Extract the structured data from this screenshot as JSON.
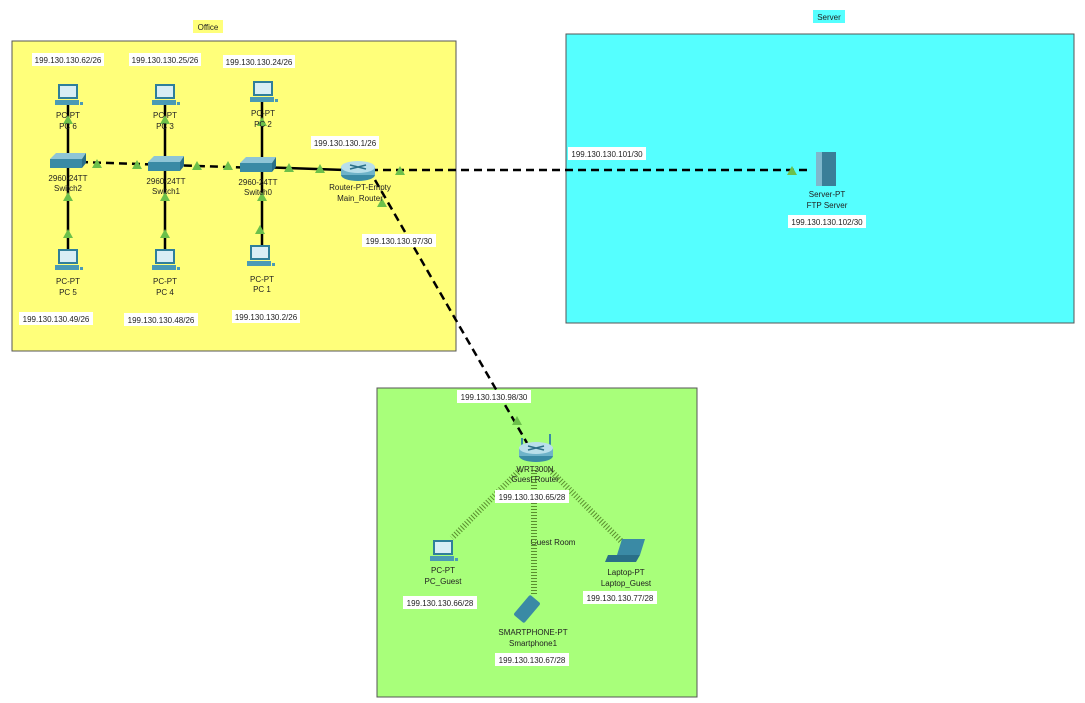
{
  "areas": {
    "office": {
      "label": "Office",
      "color": "#ffff7a"
    },
    "server": {
      "label": "Server",
      "color": "#55ffff"
    },
    "guest": {
      "label": "Guest Room",
      "color": "#a8ff7a"
    }
  },
  "devices": {
    "pc6": {
      "type": "PC-PT",
      "name": "PC 6",
      "ip": "199.130.130.62/26"
    },
    "pc3": {
      "type": "PC-PT",
      "name": "PC 3",
      "ip": "199.130.130.25/26"
    },
    "pc2": {
      "type": "PC-PT",
      "name": "PC 2",
      "ip": "199.130.130.24/26"
    },
    "pc5": {
      "type": "PC-PT",
      "name": "PC 5",
      "ip": "199.130.130.49/26"
    },
    "pc4": {
      "type": "PC-PT",
      "name": "PC 4",
      "ip": "199.130.130.48/26"
    },
    "pc1": {
      "type": "PC-PT",
      "name": "PC 1",
      "ip": "199.130.130.2/26"
    },
    "sw2": {
      "type": "2960-24TT",
      "name": "Switch2"
    },
    "sw1": {
      "type": "2960-24TT",
      "name": "Switch1"
    },
    "sw0": {
      "type": "2960-24TT",
      "name": "Switch0"
    },
    "router": {
      "type": "Router-PT-Empty",
      "name": "Main_Router",
      "ip_lan": "199.130.130.1/26",
      "ip_server": "199.130.130.101/30",
      "ip_guest": "199.130.130.97/30"
    },
    "server": {
      "type": "Server-PT",
      "name": "FTP Server",
      "ip": "199.130.130.102/30"
    },
    "guest_router": {
      "type": "WRT300N",
      "name": "Guest Router",
      "ip_wan": "199.130.130.98/30",
      "ip_lan": "199.130.130.65/28"
    },
    "pc_guest": {
      "type": "PC-PT",
      "name": "PC_Guest",
      "ip": "199.130.130.66/28"
    },
    "smartphone": {
      "type": "SMARTPHONE-PT",
      "name": "Smartphone1",
      "ip": "199.130.130.67/28"
    },
    "laptop": {
      "type": "Laptop-PT",
      "name": "Laptop_Guest",
      "ip": "199.130.130.77/28"
    }
  },
  "link_color": "#000000",
  "port_up_color": "#5cb85c"
}
